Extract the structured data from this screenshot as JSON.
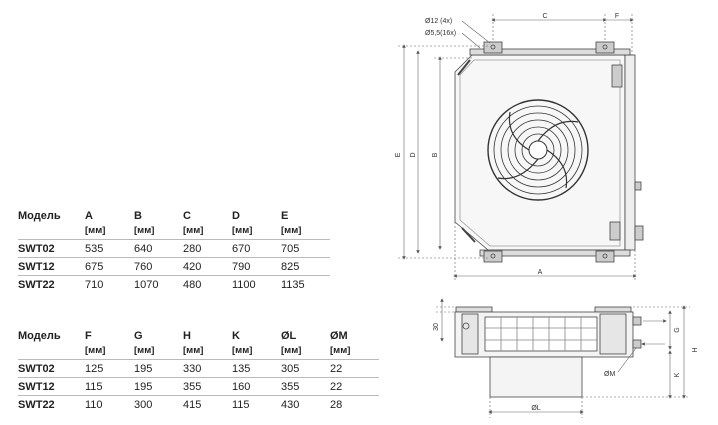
{
  "table1": {
    "headers": [
      "Модель",
      "A",
      "B",
      "C",
      "D",
      "E"
    ],
    "unit": "[мм]",
    "rows": [
      [
        "SWT02",
        "535",
        "640",
        "280",
        "670",
        "705"
      ],
      [
        "SWT12",
        "675",
        "760",
        "420",
        "790",
        "825"
      ],
      [
        "SWT22",
        "710",
        "1070",
        "480",
        "1100",
        "1135"
      ]
    ]
  },
  "table2": {
    "headers": [
      "Модель",
      "F",
      "G",
      "H",
      "K",
      "ØL",
      "ØM"
    ],
    "unit": "[мм]",
    "rows": [
      [
        "SWT02",
        "125",
        "195",
        "330",
        "135",
        "305",
        "22"
      ],
      [
        "SWT12",
        "115",
        "195",
        "355",
        "160",
        "355",
        "22"
      ],
      [
        "SWT22",
        "110",
        "300",
        "415",
        "115",
        "430",
        "28"
      ]
    ]
  },
  "drawing": {
    "labels": {
      "hole_large": "Ø12 (4x)",
      "hole_small": "Ø5,5(16x)",
      "a": "A",
      "b": "B",
      "c": "C",
      "d": "D",
      "e": "E",
      "f": "F",
      "g": "G",
      "h": "H",
      "k": "K",
      "l": "ØL",
      "m": "ØM",
      "t": "30"
    }
  }
}
